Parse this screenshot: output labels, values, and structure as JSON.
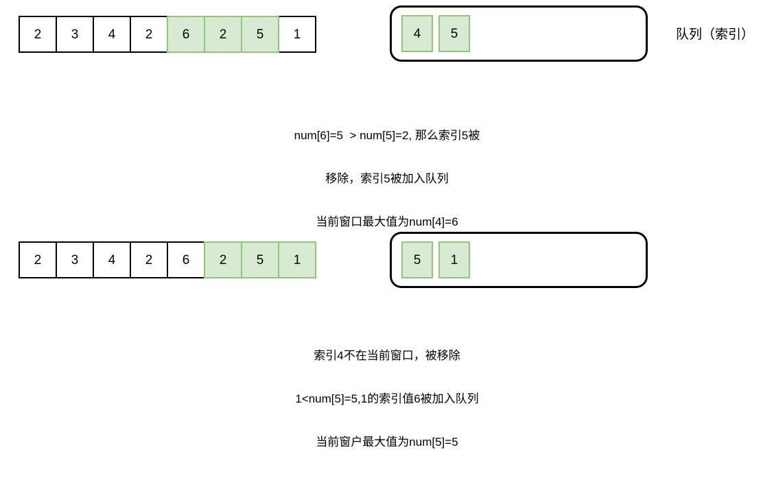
{
  "steps": [
    {
      "array": {
        "values": [
          "2",
          "3",
          "4",
          "2",
          "6",
          "2",
          "5",
          "1"
        ],
        "highlighted": [
          false,
          false,
          false,
          false,
          true,
          true,
          true,
          false
        ]
      },
      "queue": {
        "label": "队列（索引）",
        "items": [
          "4",
          "5"
        ]
      },
      "caption": {
        "lines": [
          "num[6]=5  > num[5]=2, 那么索引5被",
          "移除，索引5被加入队列",
          "当前窗口最大值为num[4]=6"
        ]
      }
    },
    {
      "array": {
        "values": [
          "2",
          "3",
          "4",
          "2",
          "6",
          "2",
          "5",
          "1"
        ],
        "highlighted": [
          false,
          false,
          false,
          false,
          false,
          true,
          true,
          true
        ]
      },
      "queue": {
        "label": "",
        "items": [
          "5",
          "1"
        ]
      },
      "caption": {
        "lines": [
          "索引4不在当前窗口，被移除",
          "1<num[5]=5,1的索引值6被加入队列",
          "当前窗户最大值为num[5]=5"
        ]
      }
    }
  ],
  "colors": {
    "highlight_fill": "#d9ead3",
    "highlight_border": "#93c47d",
    "outline": "#000000",
    "background": "#ffffff"
  }
}
